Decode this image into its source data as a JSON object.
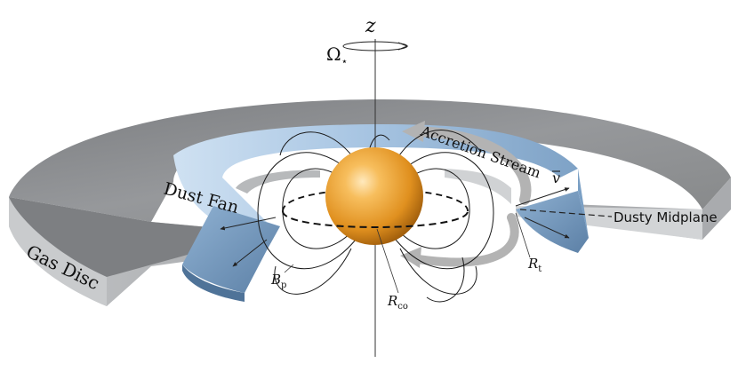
{
  "labels": {
    "axis_z": "z",
    "omega": "Ω",
    "omega_sub": "⋆",
    "accretion_stream": "Accretion Stream",
    "dust_fan": "Dust Fan",
    "gas_disc": "Gas Disc",
    "dusty_midplane": "Dusty Midplane",
    "v_bar": "v",
    "r_t": "R",
    "r_t_sub": "t",
    "r_co": "R",
    "r_co_sub": "co",
    "b_p": "B",
    "b_p_sub": "p"
  },
  "colors": {
    "gas_disc_top": "#8c8e91",
    "gas_disc_side": "#b4b6b9",
    "dust_fan_light": "#c9dcee",
    "dust_fan_dark": "#6f93b8",
    "star_light": "#ffe2a8",
    "star_mid": "#f0a53a",
    "star_dark": "#a8600c",
    "accretion_arrow": "#b9b9b9",
    "field_line": "#1a1a1a"
  }
}
